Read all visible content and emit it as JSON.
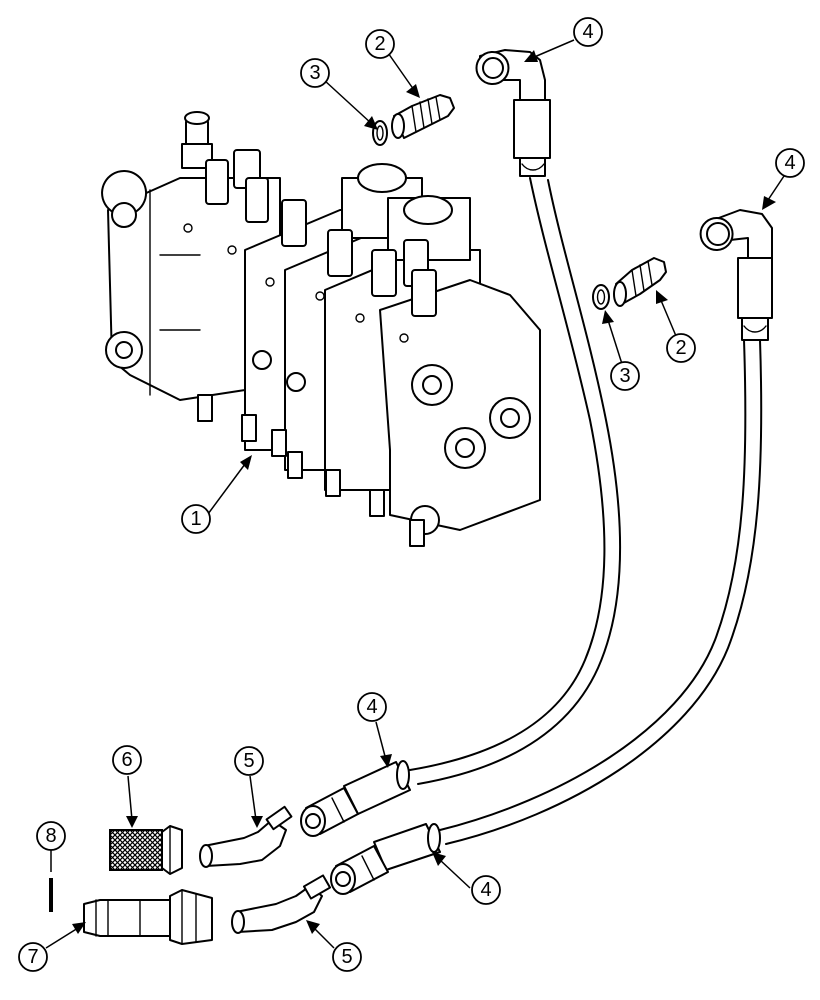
{
  "callouts": [
    {
      "id": "c1",
      "label": "1"
    },
    {
      "id": "c2a",
      "label": "2"
    },
    {
      "id": "c2b",
      "label": "2"
    },
    {
      "id": "c3a",
      "label": "3"
    },
    {
      "id": "c3b",
      "label": "3"
    },
    {
      "id": "c4a",
      "label": "4"
    },
    {
      "id": "c4b",
      "label": "4"
    },
    {
      "id": "c4c",
      "label": "4"
    },
    {
      "id": "c4d",
      "label": "4"
    },
    {
      "id": "c5a",
      "label": "5"
    },
    {
      "id": "c5b",
      "label": "5"
    },
    {
      "id": "c6",
      "label": "6"
    },
    {
      "id": "c7",
      "label": "7"
    },
    {
      "id": "c8",
      "label": "8"
    }
  ]
}
